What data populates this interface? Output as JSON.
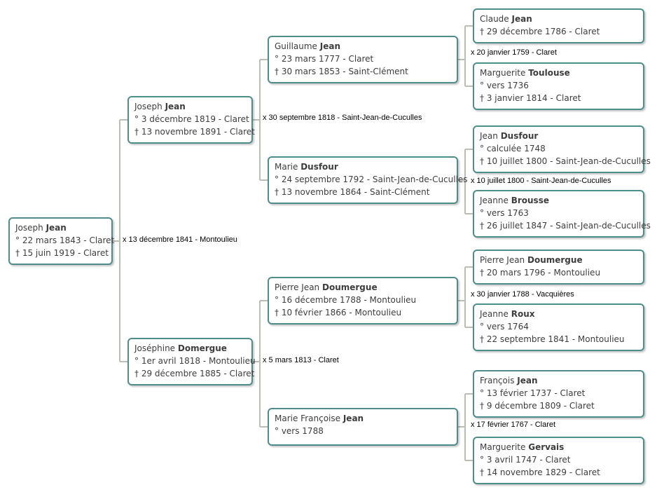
{
  "colors": {
    "box_border": "#4f8c8c",
    "connector": "#b9bfb4",
    "text": "#3d3d3d"
  },
  "persons": {
    "p1": {
      "given": "Joseph",
      "surname": "Jean",
      "lines": [
        "° 22 mars 1843  - Claret",
        "† 15 juin 1919  - Claret"
      ]
    },
    "p2": {
      "given": "Joseph",
      "surname": "Jean",
      "lines": [
        "° 3 décembre 1819  - Claret",
        "† 13 novembre 1891  - Claret"
      ]
    },
    "p3": {
      "given": "Joséphine",
      "surname": "Domergue",
      "lines": [
        "° 1er avril 1818  - Montoulieu",
        "† 29 décembre 1885  - Claret"
      ]
    },
    "p4": {
      "given": "Guillaume",
      "surname": "Jean",
      "lines": [
        "° 23 mars 1777  - Claret",
        "† 30 mars 1853  - Saint-Clément"
      ]
    },
    "p5": {
      "given": "Marie",
      "surname": "Dusfour",
      "lines": [
        "° 24 septembre 1792  - Saint-Jean-de-Cuculles",
        "† 13 novembre 1864  - Saint-Clément"
      ]
    },
    "p6": {
      "given": "Pierre Jean",
      "surname": "Doumergue",
      "lines": [
        "° 16 décembre 1788  - Montoulieu",
        "† 10 février 1866  - Montoulieu"
      ]
    },
    "p7": {
      "given": "Marie Françoise",
      "surname": "Jean",
      "lines": [
        "° vers 1788"
      ]
    },
    "p8": {
      "given": "Claude",
      "surname": "Jean",
      "lines": [
        "† 29 décembre 1786  - Claret"
      ]
    },
    "p9": {
      "given": "Marguerite",
      "surname": "Toulouse",
      "lines": [
        "° vers 1736",
        "† 3 janvier 1814  - Claret"
      ]
    },
    "p10": {
      "given": "Jean",
      "surname": "Dusfour",
      "lines": [
        "° calculée 1748",
        "† 10 juillet 1800  - Saint-Jean-de-Cuculles"
      ]
    },
    "p11": {
      "given": "Jeanne",
      "surname": "Brousse",
      "lines": [
        "° vers 1763",
        "† 26 juillet 1847  - Saint-Jean-de-Cuculles"
      ]
    },
    "p12": {
      "given": "Pierre Jean",
      "surname": "Doumergue",
      "lines": [
        "† 20 mars 1796  - Montoulieu"
      ]
    },
    "p13": {
      "given": "Jeanne",
      "surname": "Roux",
      "lines": [
        "° vers 1764",
        "† 22 septembre 1841  - Montoulieu"
      ]
    },
    "p14": {
      "given": "François",
      "surname": "Jean",
      "lines": [
        "° 13 février 1737  - Claret",
        "† 9 décembre 1809  - Claret"
      ]
    },
    "p15": {
      "given": "Marguerite",
      "surname": "Gervais",
      "lines": [
        "° 3 avril 1747  - Claret",
        "† 14 novembre 1829  - Claret"
      ]
    }
  },
  "marriages": {
    "m1": "x 13 décembre 1841 - Montoulieu",
    "m2": "x 30 septembre 1818 - Saint-Jean-de-Cuculles",
    "m3": "x 5 mars 1813 - Claret",
    "m4": "x 20 janvier 1759 - Claret",
    "m5": "x 10 juillet 1800 - Saint-Jean-de-Cuculles",
    "m6": "x 30 janvier 1788 - Vacquières",
    "m7": "x 17 février 1767 - Claret"
  }
}
